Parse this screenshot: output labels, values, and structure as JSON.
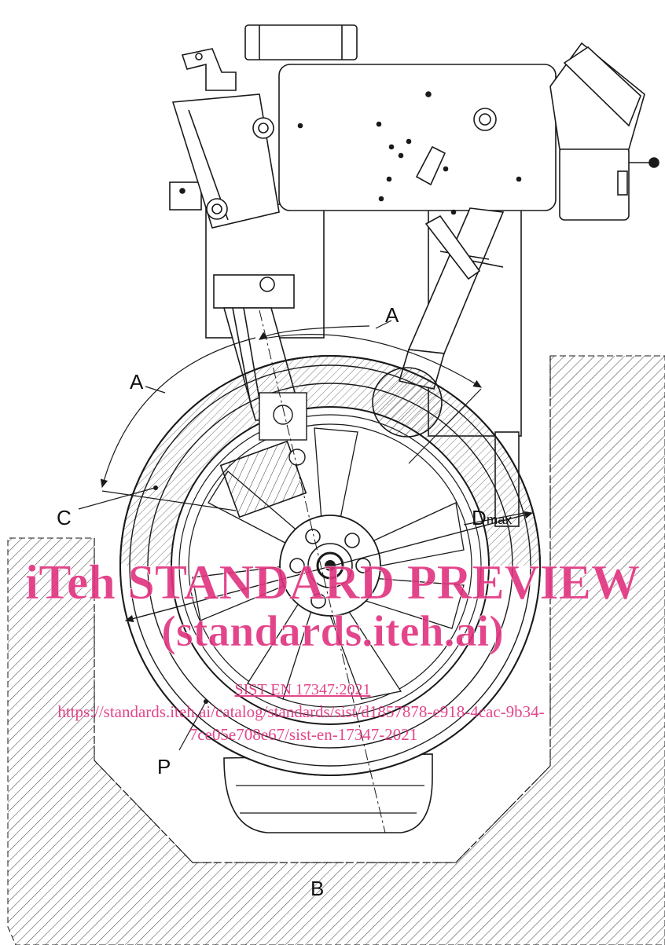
{
  "labels": {
    "a_top": "A",
    "a_left": "A",
    "b": "B",
    "c": "C",
    "p": "P",
    "d": "D",
    "d_sub": "max"
  },
  "watermark": {
    "title": "iTeh STANDARD PREVIEW",
    "site": "(standards.iteh.ai)",
    "standard": "SIST EN 17347:2021",
    "url_line1": "https://standards.iteh.ai/catalog/standards/sist/d1857878-e918-4cac-9b34-",
    "url_line2": "7ce05e708e67/sist-en-17347-2021",
    "color": "#e0317e"
  },
  "colors": {
    "line": "#1a1a1a",
    "hatch": "#3a3a3a",
    "background": "#ffffff"
  }
}
